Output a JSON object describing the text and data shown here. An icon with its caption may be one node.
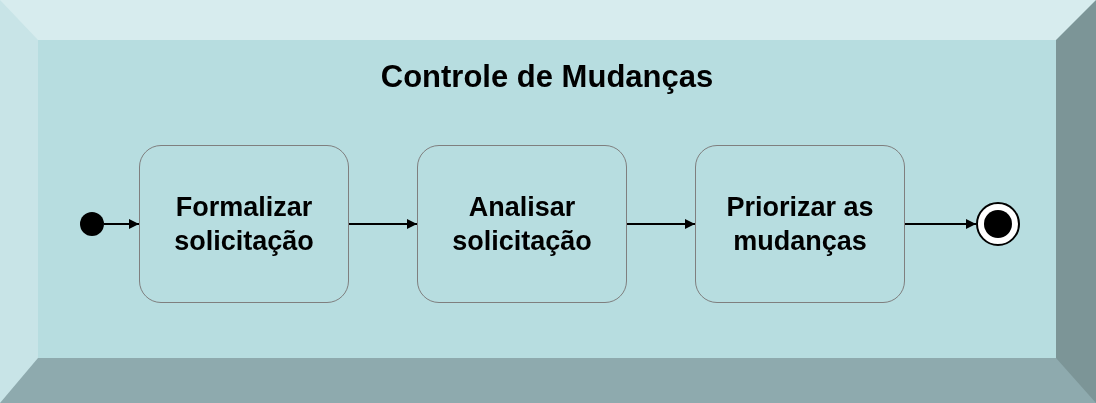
{
  "diagram": {
    "nodes": [
      {
        "text": [
          "Controle de Mudanças"
        ]
      },
      {
        "text": [],
        "shape": "circle",
        "in": 0
      },
      {
        "text": [
          "Formalizar solicitação"
        ],
        "in": 0
      },
      {
        "text": [
          "Analisar solicitação"
        ],
        "in": 0
      },
      {
        "text": [
          "Priorizar as mudanças"
        ],
        "in": 0
      },
      {
        "text": [],
        "shape": "circle",
        "in": 0
      }
    ],
    "edges": [
      {
        "from": 1,
        "to": 2,
        "arrow": "to"
      },
      {
        "from": 2,
        "to": 3,
        "arrow": "to"
      },
      {
        "from": 3,
        "to": 4,
        "arrow": "to"
      },
      {
        "from": 4,
        "to": 5,
        "arrow": "to"
      }
    ]
  }
}
